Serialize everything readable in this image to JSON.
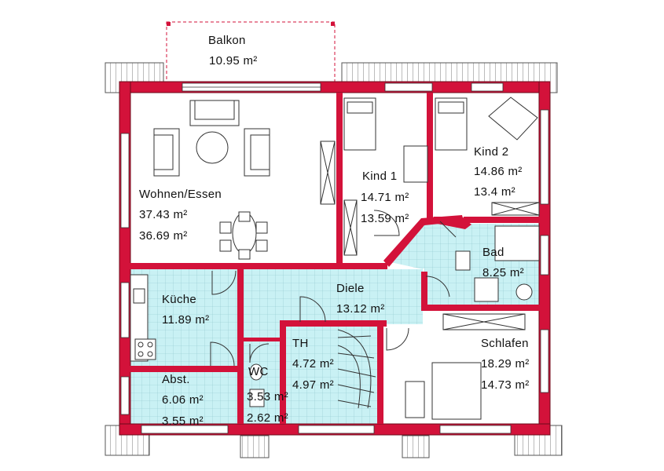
{
  "plan": {
    "rooms": [
      {
        "id": "balkon",
        "name": "Balkon",
        "areas": [
          "10.95 m²"
        ]
      },
      {
        "id": "wohnen",
        "name": "Wohnen/Essen",
        "areas": [
          "37.43 m²",
          "36.69 m²"
        ]
      },
      {
        "id": "kind1",
        "name": "Kind 1",
        "areas": [
          "14.71 m²",
          "13.59 m²"
        ]
      },
      {
        "id": "kind2",
        "name": "Kind 2",
        "areas": [
          "14.86 m²",
          "13.4 m²"
        ]
      },
      {
        "id": "bad",
        "name": "Bad",
        "areas": [
          "8.25 m²"
        ]
      },
      {
        "id": "kueche",
        "name": "Küche",
        "areas": [
          "11.89 m²"
        ]
      },
      {
        "id": "diele",
        "name": "Diele",
        "areas": [
          "13.12 m²"
        ]
      },
      {
        "id": "th",
        "name": "TH",
        "areas": [
          "4.72 m²",
          "4.97 m²"
        ]
      },
      {
        "id": "schlafen",
        "name": "Schlafen",
        "areas": [
          "18.29 m²",
          "14.73 m²"
        ]
      },
      {
        "id": "abst",
        "name": "Abst.",
        "areas": [
          "6.06 m²",
          "3.55 m²"
        ]
      },
      {
        "id": "wc",
        "name": "WC",
        "areas": [
          "3.53 m²",
          "2.62 m²"
        ]
      }
    ]
  }
}
